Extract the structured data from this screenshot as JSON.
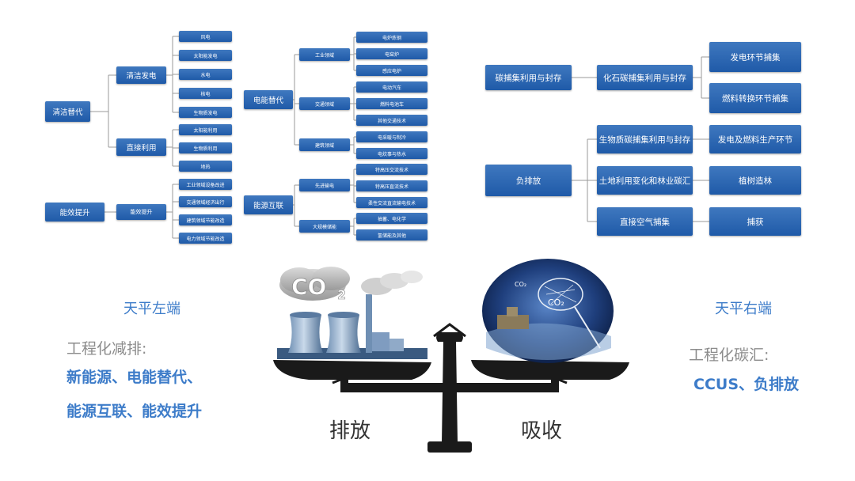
{
  "left_tree": {
    "clean": {
      "root": "清洁替代",
      "power": {
        "label": "清洁发电",
        "items": [
          "风电",
          "太阳能发电",
          "水电",
          "核电",
          "生物质发电"
        ]
      },
      "direct": {
        "label": "直接利用",
        "items": [
          "太阳能利用",
          "生物质利用",
          "地热"
        ]
      }
    },
    "efficiency": {
      "root": "能效提升",
      "sub": {
        "label": "能效提升",
        "items": [
          "工业领域设备改进",
          "交通领域经济出行",
          "建筑领域节能改造",
          "电力领域节能改造"
        ]
      }
    }
  },
  "mid_tree": {
    "electric": {
      "root": "电能替代",
      "industry": {
        "label": "工业领域",
        "items": [
          "电炉炼钢",
          "电窑炉",
          "感应电炉"
        ]
      },
      "traffic": {
        "label": "交通领域",
        "items": [
          "电动汽车",
          "燃料电池车",
          "其他交通技术"
        ]
      },
      "building": {
        "label": "建筑领域",
        "items": [
          "电采暖与制冷",
          "电炊事与热水"
        ]
      }
    },
    "grid": {
      "root": "能源互联",
      "transmission": {
        "label": "先进输电",
        "items": [
          "特高压交流技术",
          "特高压直流技术",
          "柔性交流直流输电技术"
        ]
      },
      "storage": {
        "label": "大规模储能",
        "items": [
          "抽蓄、电化学",
          "氢储能及其他"
        ]
      }
    }
  },
  "right_tree": {
    "ccus": {
      "root": "碳捕集利用与封存",
      "mid": "化石碳捕集利用与封存",
      "leaves": [
        "发电环节捕集",
        "燃料转换环节捕集"
      ]
    },
    "negative": {
      "root": "负排放",
      "rows": [
        {
          "mid": "生物质碳捕集利用与封存",
          "leaf": "发电及燃料生产环节"
        },
        {
          "mid": "土地利用变化和林业碳汇",
          "leaf": "植树造林"
        },
        {
          "mid": "直接空气捕集",
          "leaf": "捕获"
        }
      ]
    }
  },
  "balance": {
    "left_title": "天平左端",
    "left_sub": "工程化减排:",
    "left_line1": "新能源、电能替代、",
    "left_line2": "能源互联、能效提升",
    "right_title": "天平右端",
    "right_sub": "工程化碳汇:",
    "right_line1": "CCUS、负排放",
    "left_pan_label": "排放",
    "right_pan_label": "吸收",
    "co2_cloud": "CO",
    "co2_sub": "2",
    "net_co2_a": "CO₂",
    "net_co2_b": "CO₂"
  },
  "colors": {
    "box_top": "#3f78bf",
    "box_bottom": "#1f5aa8",
    "connector": "#9a9a9a",
    "accent_text": "#3d7cc9",
    "sub_text": "#8c8c8c",
    "scale_dark": "#1a1a1a"
  }
}
